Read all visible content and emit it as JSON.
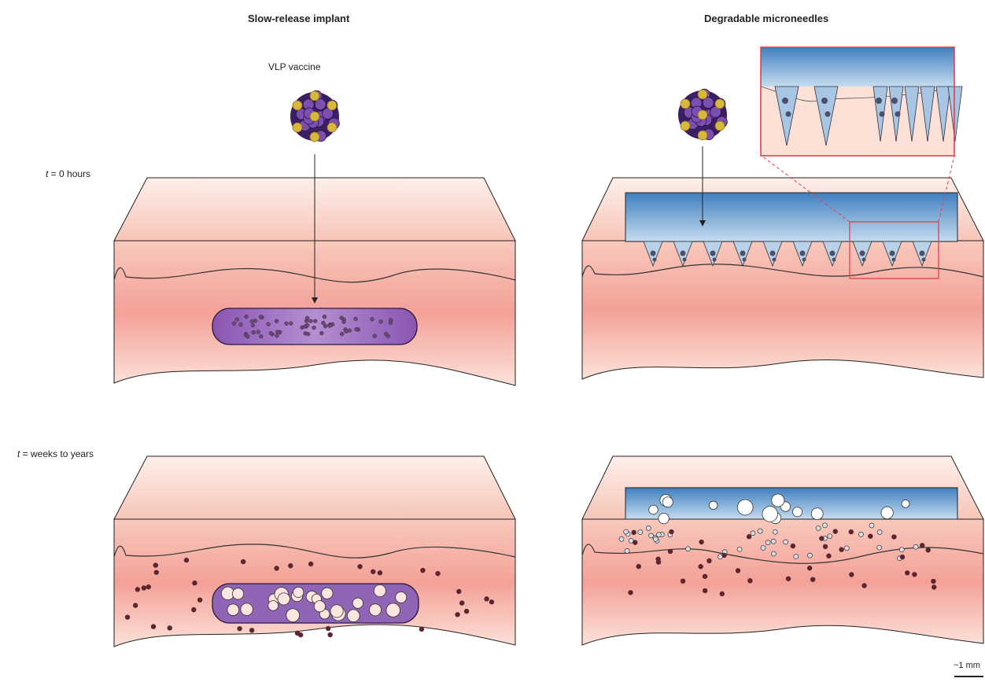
{
  "titles": {
    "left": "Slow-release implant",
    "right": "Degradable microneedles"
  },
  "labels": {
    "vlp": "VLP vaccine",
    "time0_var": "t",
    "time0_rest": " = 0 hours",
    "time1_var": "t",
    "time1_rest": " = weeks to years",
    "scale": "~1 mm"
  },
  "colors": {
    "skin_top": "#fbe4dc",
    "skin_dermis": "#f6a69a",
    "implant_purple": "#8a5cb0",
    "patch_blue": "#4a88c4",
    "vlp_purple": "#5a2d8a",
    "vlp_gold": "#d4b33a",
    "particle_dark": "#5a2630",
    "inset_border": "#e04050"
  },
  "icons": [
    "vlp-particle-icon"
  ]
}
